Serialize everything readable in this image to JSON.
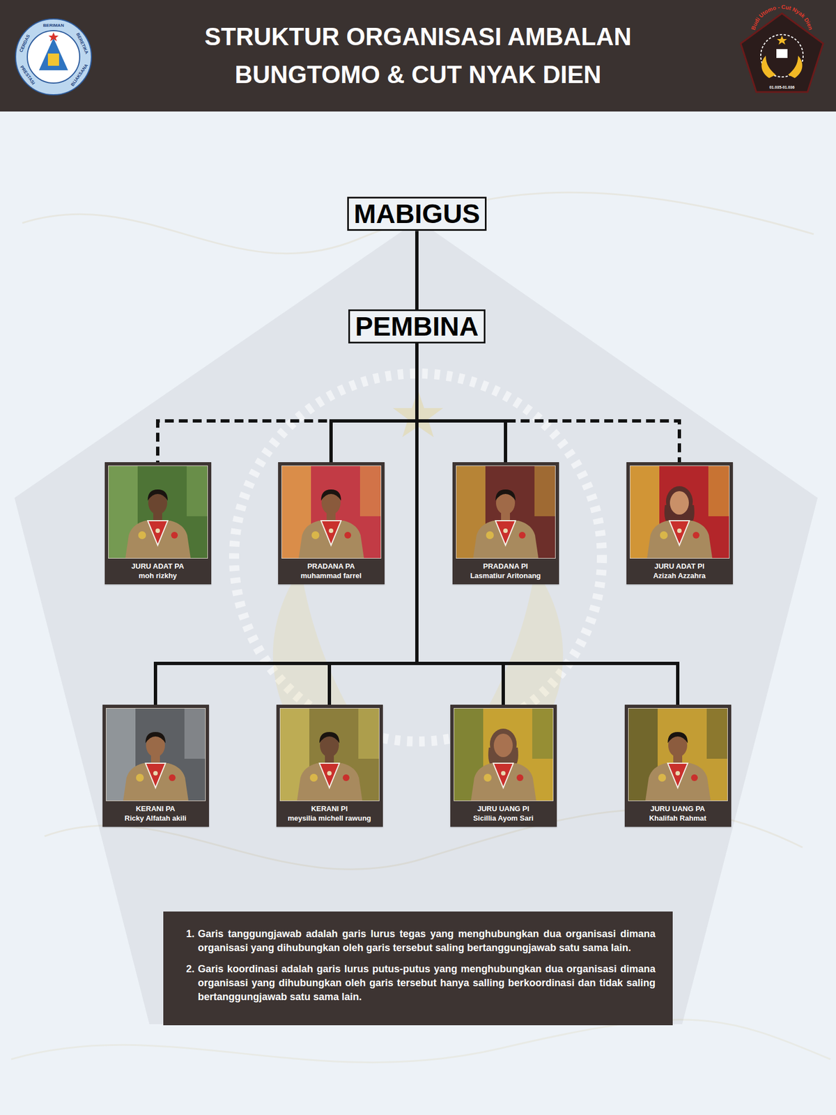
{
  "diagram": {
    "title": "STRUKTUR ORGANISASI AMBALAN BUNGTOMO & CUT NYAK DIEN",
    "nodes": [
      {
        "text": [
          "MABIGUS"
        ]
      },
      {
        "text": [
          "PEMBINA"
        ]
      },
      {
        "text": [
          "JURU ADAT PA",
          "moh rizkhy"
        ]
      },
      {
        "text": [
          "PRADANA PA",
          "muhammad farrel"
        ]
      },
      {
        "text": [
          "PRADANA PI",
          "Lasmatiur Aritonang"
        ]
      },
      {
        "text": [
          "JURU ADAT PI",
          "Azizah Azzahra"
        ]
      },
      {
        "text": [
          "KERANI PA",
          "Ricky Alfatah akili"
        ]
      },
      {
        "text": [
          "KERANI PI",
          "meysilia michell rawung"
        ]
      },
      {
        "text": [
          "JURU UANG PI",
          "Sicillia Ayom Sari"
        ]
      },
      {
        "text": [
          "JURU UANG PA",
          "Khalifah Rahmat"
        ]
      },
      {
        "text": [
          "1.",
          "Garis tanggungjawab adalah garis lurus tegas yang menghubungkan dua organisasi dimana organisasi yang dihubungkan oleh garis tersebut saling bertanggungjawab satu sama lain.",
          "2.",
          "Garis koordinasi adalah garis lurus putus-putus yang menghubungkan dua organisasi dimana organisasi yang dihubungkan oleh garis tersebut hanya salling berkoordinasi dan tidak saling bertanggungjawab satu sama lain."
        ]
      }
    ],
    "edges": [
      {
        "from": 0,
        "to": 1,
        "arrow": "none"
      },
      {
        "from": 1,
        "to": 2,
        "arrow": "none"
      },
      {
        "from": 1,
        "to": 3,
        "arrow": "none"
      },
      {
        "from": 1,
        "to": 4,
        "arrow": "none"
      },
      {
        "from": 1,
        "to": 5,
        "arrow": "none"
      },
      {
        "from": 1,
        "to": 6,
        "arrow": "none"
      },
      {
        "from": 1,
        "to": 7,
        "arrow": "none"
      },
      {
        "from": 1,
        "to": 8,
        "arrow": "none"
      },
      {
        "from": 1,
        "to": 9,
        "arrow": "none"
      }
    ],
    "labels": [
      "BERIMAN",
      "CERDAS",
      "BERETIKA",
      "PRESTASI",
      "BIJAKSANA",
      "Budi Utomo - Cut Nyak Dien",
      "01.035-01.036"
    ]
  }
}
